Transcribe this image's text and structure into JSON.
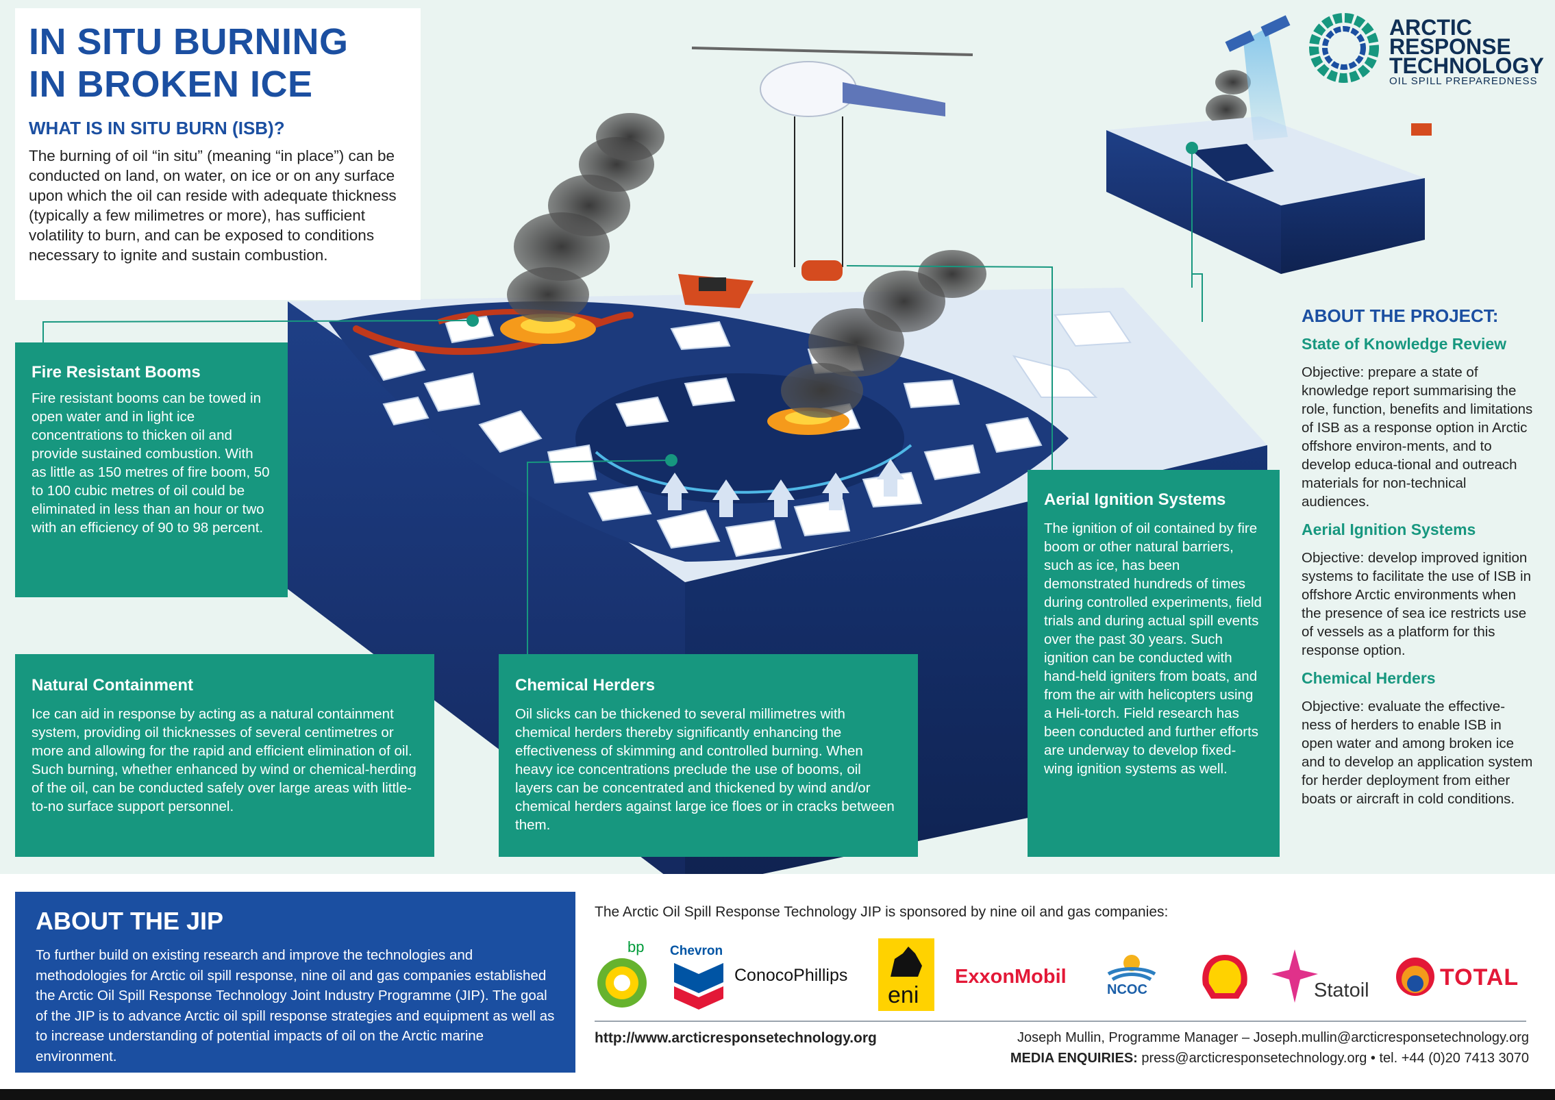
{
  "title": {
    "line1": "IN SITU BURNING",
    "line2": "IN BROKEN ICE"
  },
  "what_is_isb": {
    "heading": "WHAT IS IN SITU BURN (ISB)?",
    "body": "The burning of oil “in situ” (meaning “in place”) can be conducted on land, on water, on ice or on any surface upon which the oil can reside with adequate thickness (typically a few milimetres or more), has sufficient volatility to burn, and can be exposed to conditions necessary to ignite and sustain combustion."
  },
  "brand": {
    "line1": "ARCTIC",
    "line2": "RESPONSE",
    "line3": "TECHNOLOGY",
    "tagline": "OIL SPILL PREPAREDNESS"
  },
  "fire_booms": {
    "title": "Fire Resistant Booms",
    "body": "Fire resistant booms can be towed in open water and in light ice concentrations to thicken oil and provide sustained combustion. With as little as 150 metres of fire boom, 50 to 100 cubic metres of oil could be eliminated in less than an hour or two with an efficiency of 90 to 98 percent."
  },
  "natural_containment": {
    "title": "Natural Containment",
    "body": "Ice can aid in response by acting as a natural containment system, providing oil thicknesses of several centimetres or more and allowing for the rapid and efficient elimination of oil. Such burning, whether enhanced by wind or chemical-herding of the oil, can be conducted safely over large areas with little-to-no surface support personnel."
  },
  "chemical_herders": {
    "title": "Chemical Herders",
    "body": "Oil slicks can be thickened to several millimetres with chemical herders thereby significantly enhancing the effectiveness of skimming and controlled burning. When heavy ice concentrations preclude the use of booms, oil layers can be concentrated and thickened by wind and/or chemical herders against large ice floes or in cracks between them."
  },
  "aerial_ignition": {
    "title": "Aerial Ignition Systems",
    "body": "The ignition of oil contained by fire boom or other natural barriers, such as ice, has been demonstrated hundreds of times during controlled experiments, field trials and during actual spill events over the past 30 years. Such ignition can be conducted with hand-held igniters from boats, and from the air with helicopters using a Heli-torch. Field research has been conducted and further efforts are underway to develop fixed-wing ignition systems as well."
  },
  "about_project": {
    "heading": "ABOUT THE PROJECT:",
    "sections": [
      {
        "title": "State of Knowledge Review",
        "body": "Objective: prepare a state of knowledge report summarising the role, function, benefits and limitations of ISB as a response option in Arctic offshore environ-ments, and to develop educa-tional and outreach materials for non-technical audiences."
      },
      {
        "title": "Aerial Ignition Systems",
        "body": "Objective: develop improved ignition systems to facilitate the use of ISB in offshore Arctic environments when the presence of sea ice restricts use of vessels as a platform for this response option."
      },
      {
        "title": "Chemical Herders",
        "body": "Objective: evaluate the effective-ness of herders to enable ISB in open water and among broken ice and to develop an application system for herder deployment from either boats or aircraft in cold conditions."
      }
    ]
  },
  "jip": {
    "heading": "ABOUT THE JIP",
    "body": "To further build on existing research and improve the technologies and methodologies for Arctic oil spill response, nine oil and gas companies established the Arctic Oil Spill Response Technology Joint Industry Programme (JIP). The goal of the JIP is to advance Arctic oil spill response strategies and equipment as well as to increase understanding of potential impacts of oil on the Arctic marine environment."
  },
  "sponsors": {
    "intro": "The Arctic Oil Spill Response Technology JIP is sponsored by nine oil and gas companies:",
    "logos": [
      "bp",
      "Chevron",
      "ConocoPhillips",
      "eni",
      "ExxonMobil",
      "NCOC",
      "Shell",
      "Statoil",
      "TOTAL"
    ]
  },
  "footer": {
    "url": "http://www.arcticresponsetechnology.org",
    "contact": "Joseph Mullin, Programme Manager – Joseph.mullin@arcticresponsetechnology.org",
    "media_label": "MEDIA ENQUIRIES:",
    "media": "press@arcticresponsetechnology.org • tel. +44 (0)20 7413 3070"
  },
  "colors": {
    "brand_blue": "#1b4fa1",
    "teal": "#17977f",
    "ice_water_dark": "#1c3a7c",
    "background": "#eaf4f1"
  }
}
